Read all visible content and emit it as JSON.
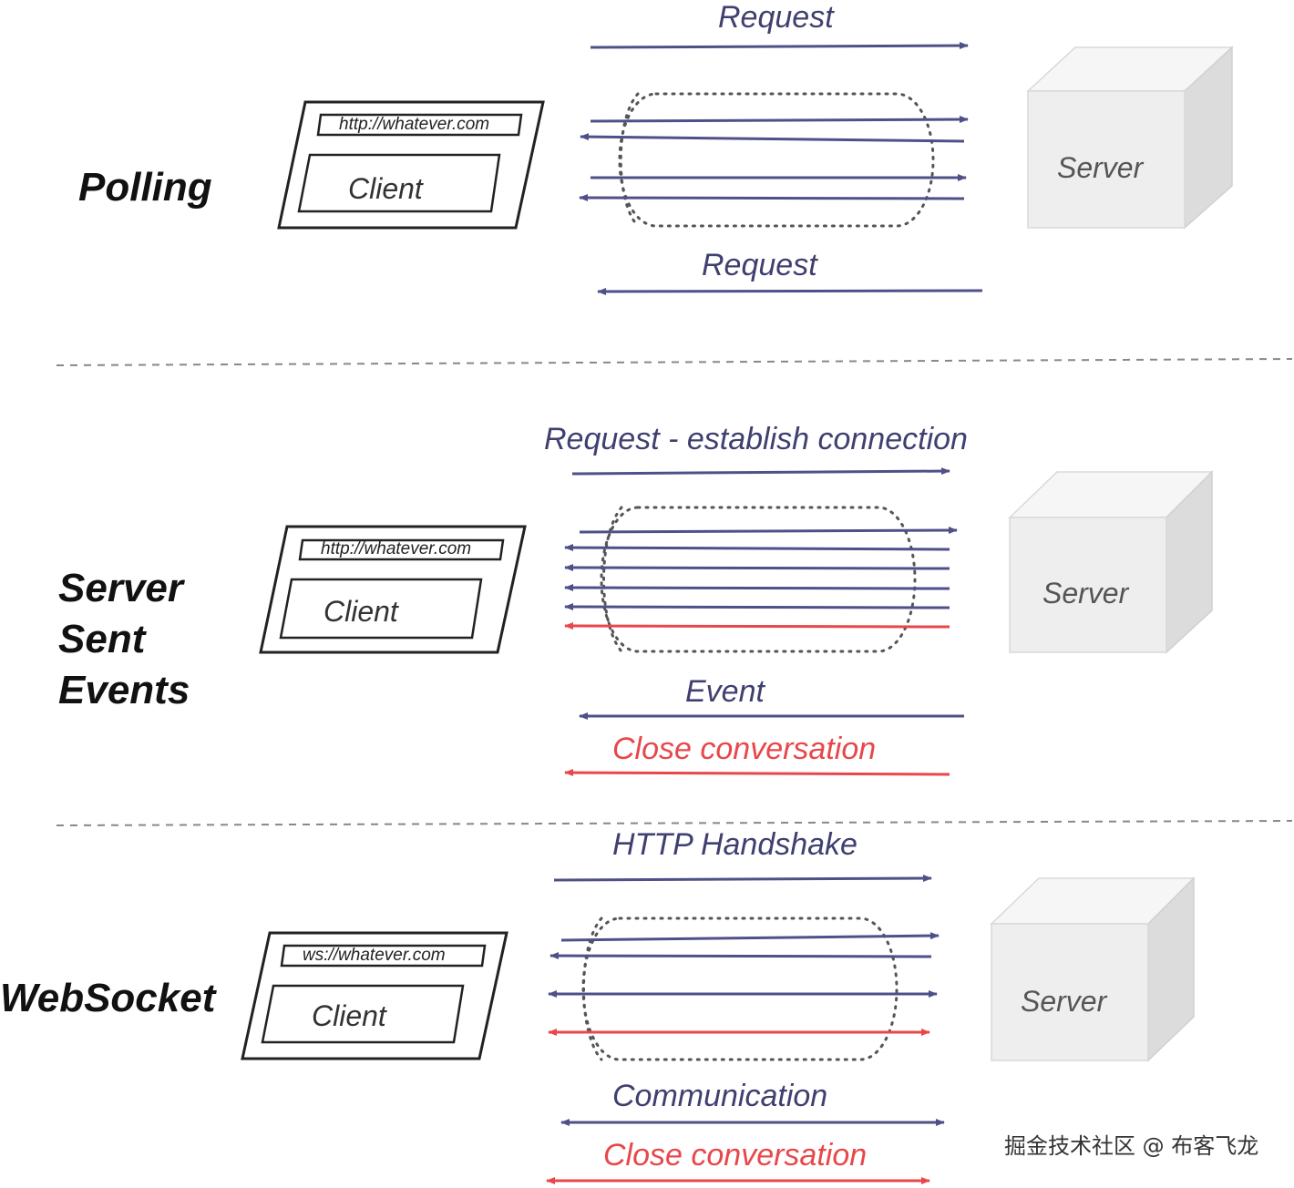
{
  "colors": {
    "arrow": "#4f5088",
    "close": "#e8474b",
    "label": "#3f4070",
    "separator": "#888888",
    "server_front": "#eeeeee",
    "server_top": "#f6f6f6",
    "server_side": "#dcdcdc"
  },
  "sections": {
    "polling": {
      "title": "Polling",
      "url": "http://whatever.com",
      "client": "Client",
      "server": "Server",
      "label_top": "Request",
      "label_bottom": "Request"
    },
    "sse": {
      "title_lines": [
        "Server",
        "Sent",
        "Events"
      ],
      "url": "http://whatever.com",
      "client": "Client",
      "server": "Server",
      "label_top": "Request - establish connection",
      "label_event": "Event",
      "label_close": "Close conversation"
    },
    "websocket": {
      "title": "WebSocket",
      "url": "ws://whatever.com",
      "client": "Client",
      "server": "Server",
      "label_top": "HTTP Handshake",
      "label_comm": "Communication",
      "label_close": "Close conversation"
    }
  },
  "watermark": "掘金技术社区 @ 布客飞龙"
}
